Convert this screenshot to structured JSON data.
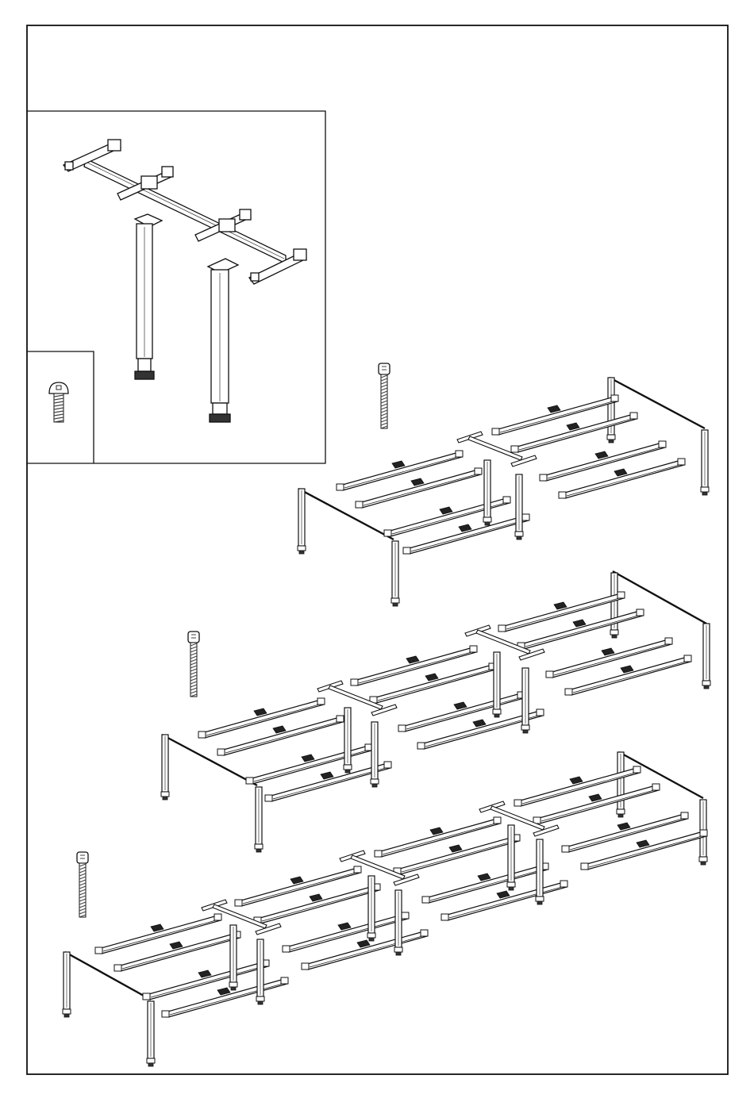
{
  "document": {
    "type": "assembly-instruction-sheet",
    "text": []
  },
  "hardware": {
    "inset_fastener": "button-head-screw-icon",
    "step_fastener": "socket-head-bolt-icon"
  },
  "assemblies": {
    "inset_parts": [
      "frame-crossbeam-assembly",
      "leg-left",
      "leg-right"
    ],
    "steps": [
      {
        "modules": 2
      },
      {
        "modules": 3
      },
      {
        "modules": 4
      }
    ]
  },
  "colors": {
    "line": "#111111",
    "paper": "#ffffff",
    "bolt_thread": "#555555",
    "bracket_fill": "#222222"
  }
}
